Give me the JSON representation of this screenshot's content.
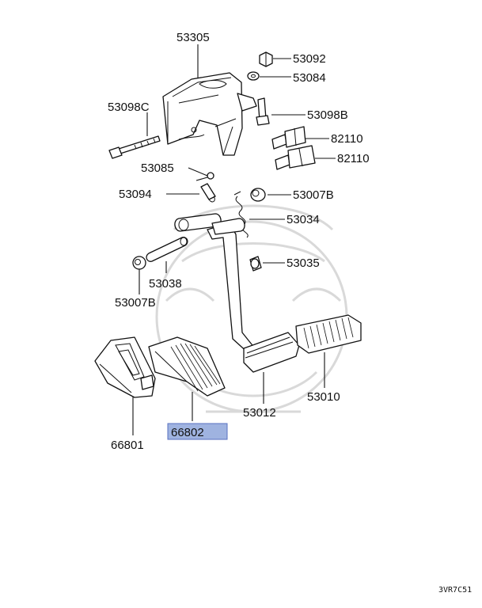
{
  "diagram": {
    "footer_code": "3VR7C51",
    "highlight_color": "#9fb3e0",
    "highlight_border": "#5a72c0",
    "callouts": [
      {
        "id": "c53305",
        "text": "53305"
      },
      {
        "id": "c53092",
        "text": "53092"
      },
      {
        "id": "c53084",
        "text": "53084"
      },
      {
        "id": "c53098C",
        "text": "53098C"
      },
      {
        "id": "c53098B",
        "text": "53098B"
      },
      {
        "id": "c82110a",
        "text": "82110"
      },
      {
        "id": "c82110b",
        "text": "82110"
      },
      {
        "id": "c53085",
        "text": "53085"
      },
      {
        "id": "c53094",
        "text": "53094"
      },
      {
        "id": "c53007Ba",
        "text": "53007B"
      },
      {
        "id": "c53034",
        "text": "53034"
      },
      {
        "id": "c53035",
        "text": "53035"
      },
      {
        "id": "c53038",
        "text": "53038"
      },
      {
        "id": "c53007Bb",
        "text": "53007B"
      },
      {
        "id": "c53010",
        "text": "53010"
      },
      {
        "id": "c53012",
        "text": "53012"
      },
      {
        "id": "c66802",
        "text": "66802"
      },
      {
        "id": "c66801",
        "text": "66801"
      }
    ]
  }
}
